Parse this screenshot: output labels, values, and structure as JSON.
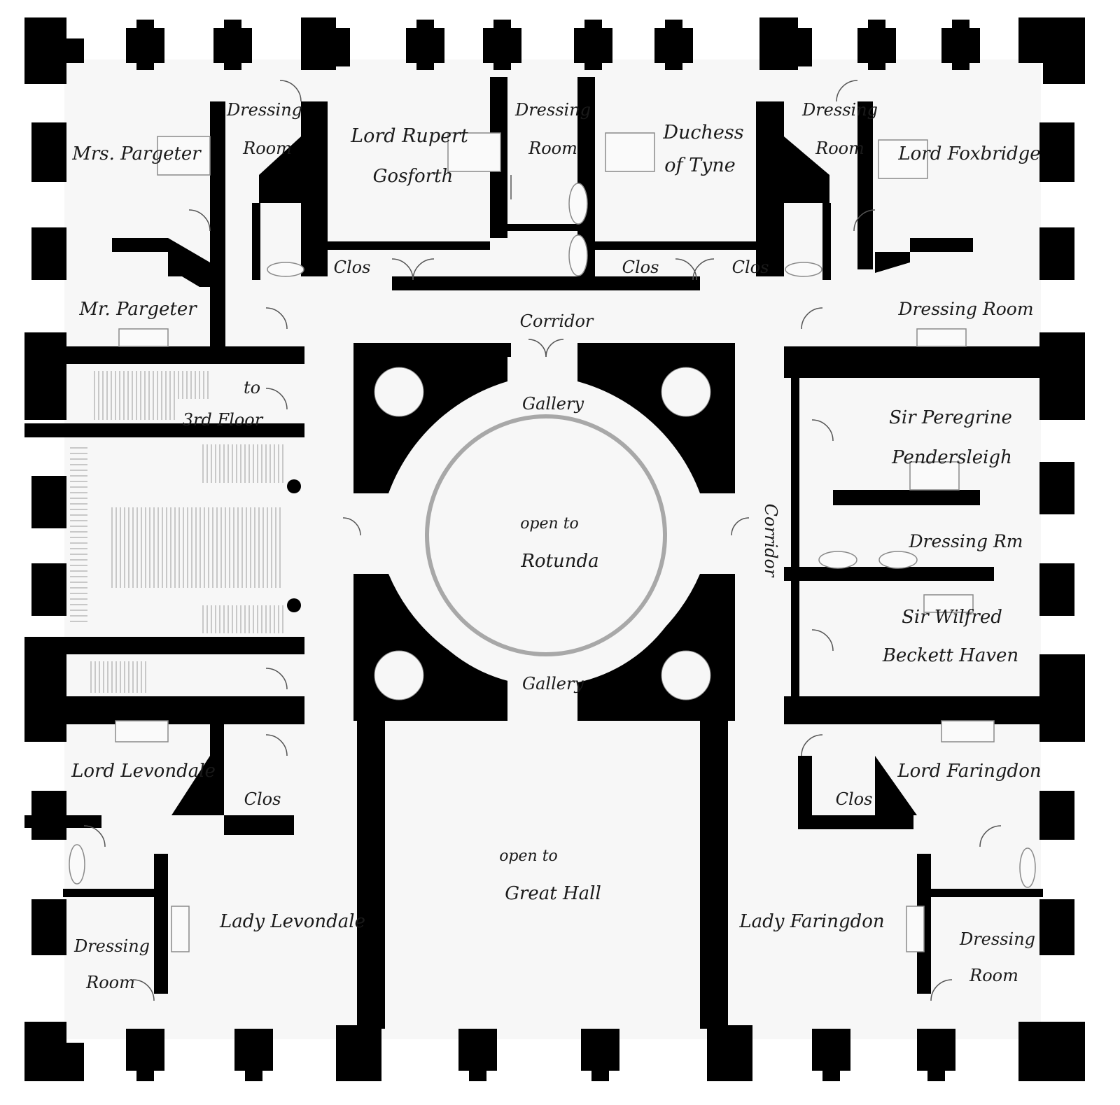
{
  "colors": {
    "wall": "#000000",
    "floor": "#f7f7f7",
    "ring": "#a8a8a8",
    "text": "#1a1a1a"
  },
  "rooms": {
    "mrs_pargeter": "Mrs. Pargeter",
    "dressing_1a": "Dressing",
    "dressing_1b": "Room",
    "lord_rupert_a": "Lord Rupert",
    "lord_rupert_b": "Gosforth",
    "dressing_2a": "Dressing",
    "dressing_2b": "Room",
    "duchess_a": "Duchess",
    "duchess_b": "of Tyne",
    "dressing_3a": "Dressing",
    "dressing_3b": "Room",
    "lord_foxbridge": "Lord Foxbridge",
    "clos_1": "Clos",
    "clos_2": "Clos",
    "clos_3": "Clos",
    "mr_pargeter": "Mr. Pargeter",
    "corridor_top": "Corridor",
    "dressing_room_right": "Dressing Room",
    "to_3rd_a": "to",
    "to_3rd_b": "3rd Floor",
    "gallery_top": "Gallery",
    "sir_peregrine_a": "Sir Peregrine",
    "sir_peregrine_b": "Pendersleigh",
    "rotunda_a": "open to",
    "rotunda_b": "Rotunda",
    "corridor_right": "Corridor",
    "dressing_rm": "Dressing Rm",
    "sir_wilfred_a": "Sir Wilfred",
    "sir_wilfred_b": "Beckett Haven",
    "gallery_bottom": "Gallery",
    "lord_levondale": "Lord Levondale",
    "lord_faringdon": "Lord Faringdon",
    "clos_4": "Clos",
    "clos_5": "Clos",
    "great_hall_a": "open to",
    "great_hall_b": "Great Hall",
    "lady_levondale": "Lady Levondale",
    "lady_faringdon": "Lady Faringdon",
    "dressing_4a": "Dressing",
    "dressing_4b": "Room",
    "dressing_5a": "Dressing",
    "dressing_5b": "Room"
  }
}
